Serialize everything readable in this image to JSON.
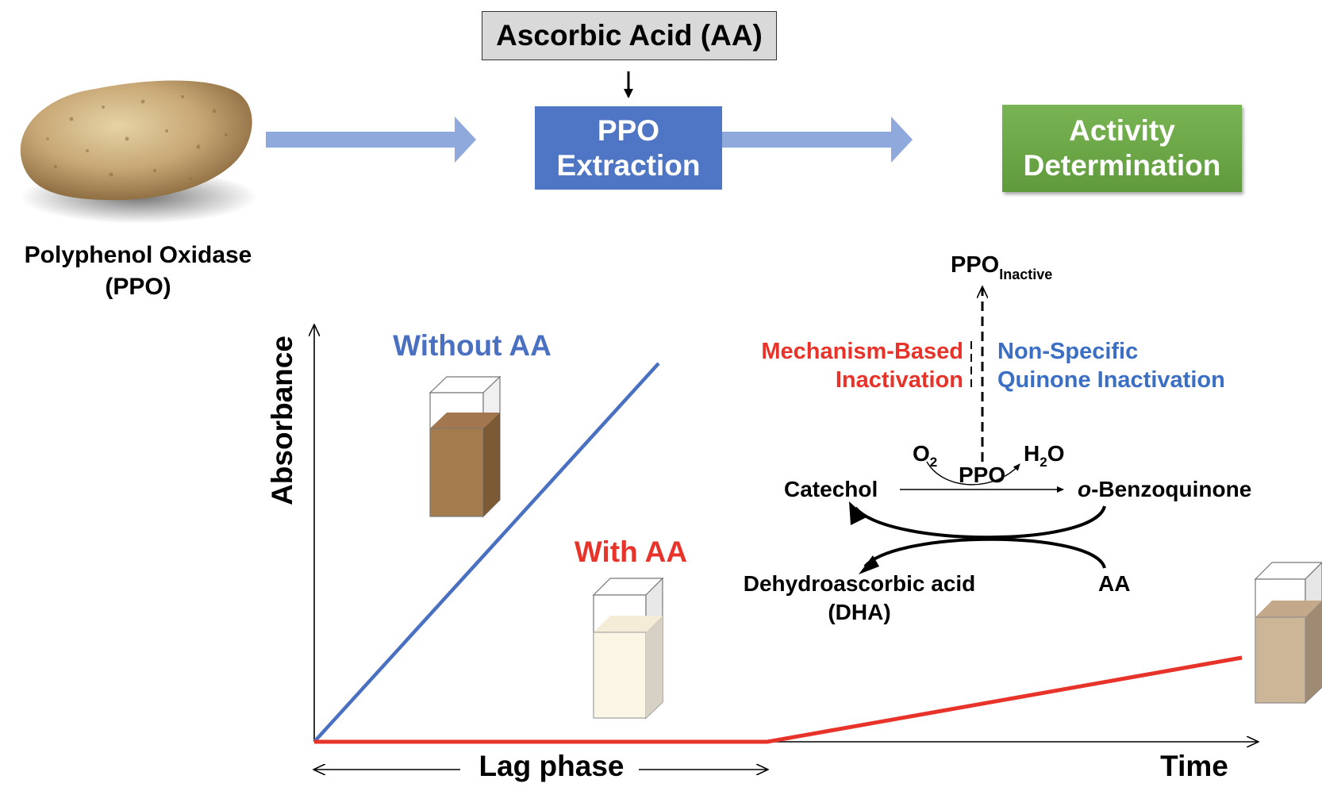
{
  "workflow": {
    "source_label_line1": "Polyphenol Oxidase",
    "source_label_line2": "(PPO)",
    "additive": "Ascorbic Acid (AA)",
    "step1_line1": "PPO",
    "step1_line2": "Extraction",
    "step2_line1": "Activity",
    "step2_line2": "Determination"
  },
  "graph": {
    "ylabel": "Absorbance",
    "xlabel": "Time",
    "lag_label": "Lag phase",
    "series_without": "Without AA",
    "series_with": "With AA"
  },
  "mechanism": {
    "ppo_inactive_main": "PPO",
    "ppo_inactive_sub": "Inactive",
    "mech_based_line1": "Mechanism-Based",
    "mech_based_line2": "Inactivation",
    "non_specific_line1": "Non-Specific",
    "non_specific_line2": "Quinone Inactivation",
    "catechol": "Catechol",
    "enzyme": "PPO",
    "o2": "O",
    "o2_sub": "2",
    "h2o_h": "H",
    "h2o_sub": "2",
    "h2o_o": "O",
    "product_prefix": "o",
    "product_rest": "-Benzoquinone",
    "dha_line1": "Dehydroascorbic acid",
    "dha_line2": "(DHA)",
    "aa": "AA"
  },
  "colors": {
    "blue": "#4a70c2",
    "red": "#e8332a",
    "arrow_blue": "#8fa9dc",
    "box_blue": "#4f76c4",
    "box_green": "#6aa846"
  }
}
